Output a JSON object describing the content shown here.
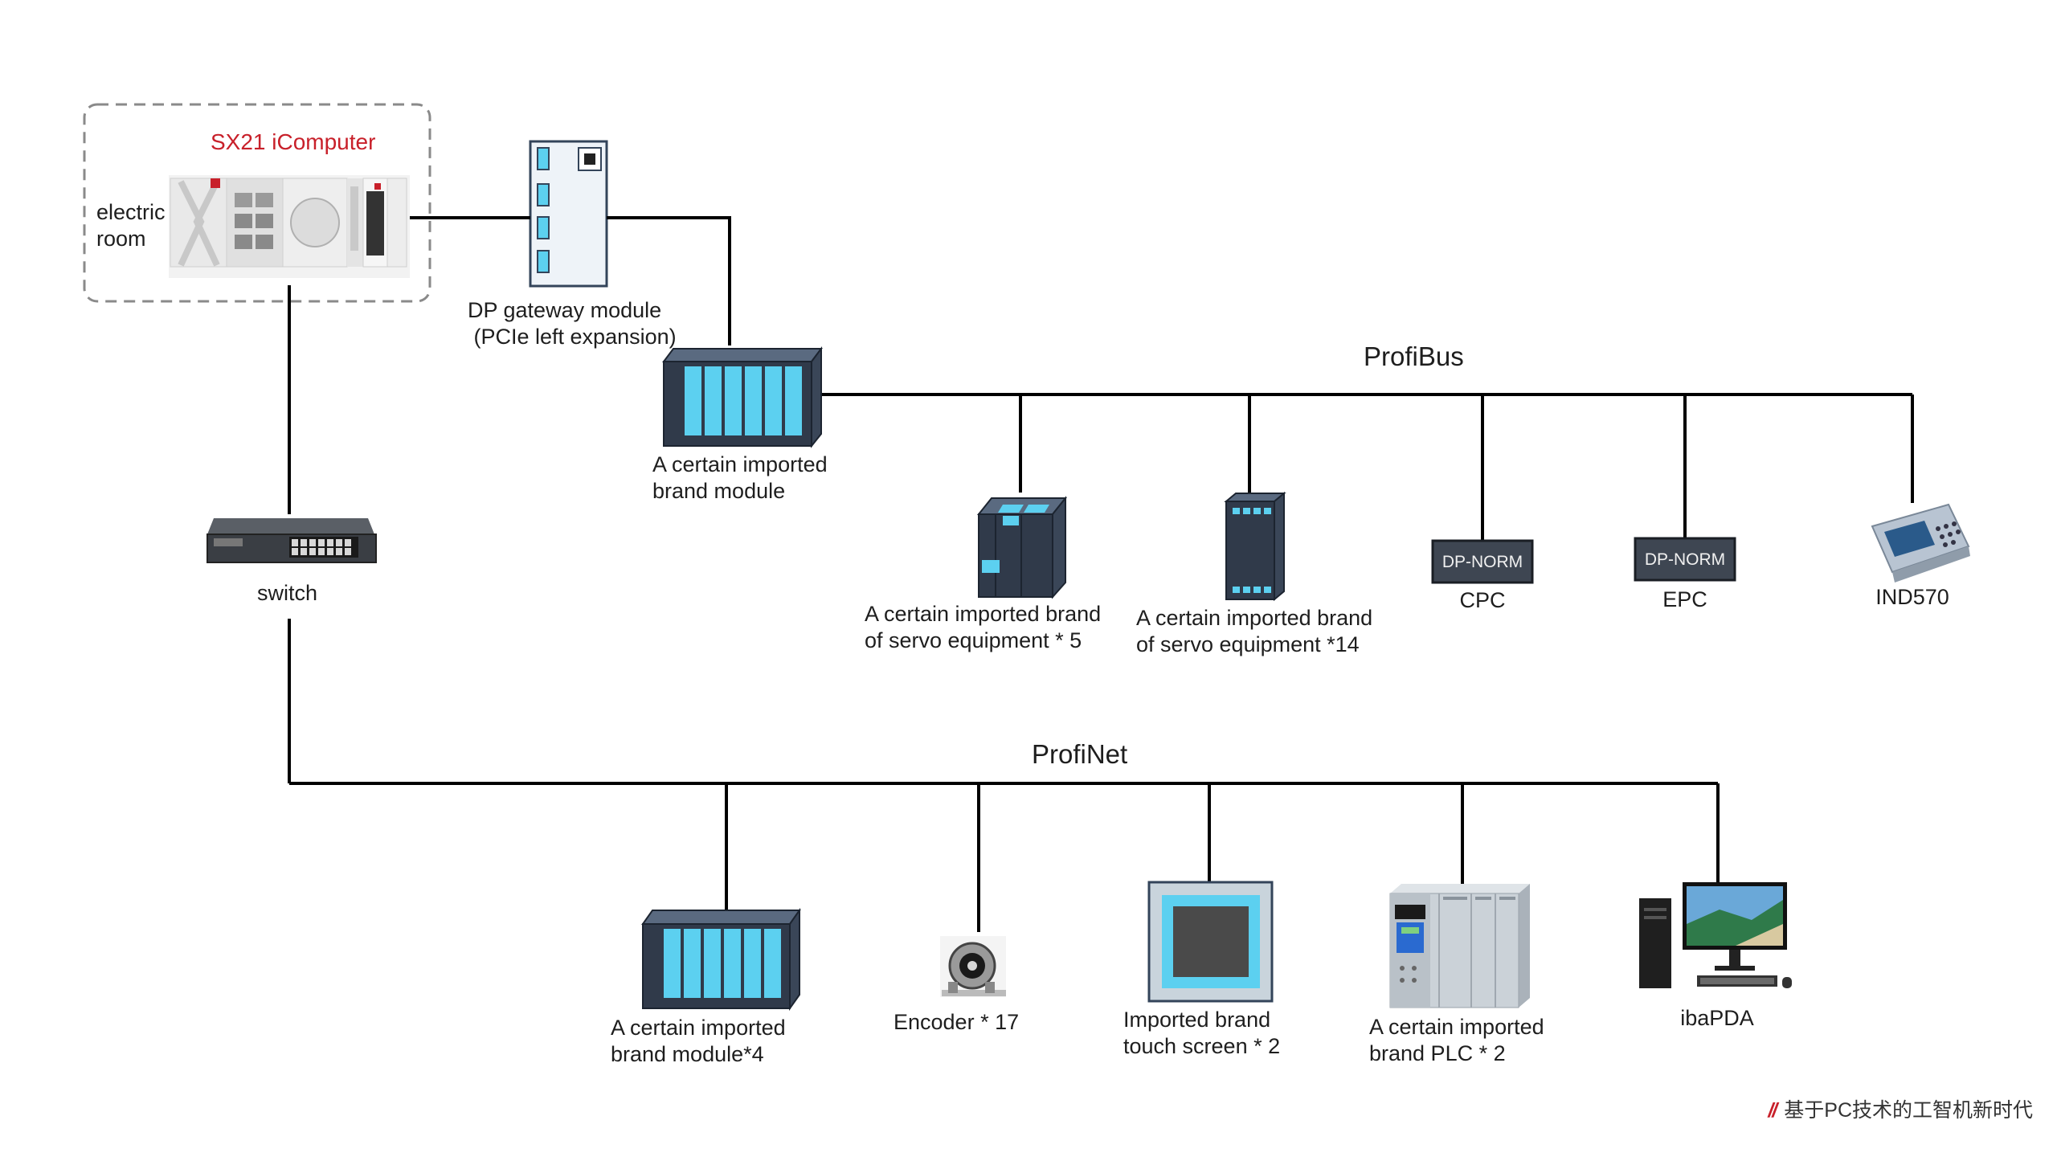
{
  "colors": {
    "line": "#000000",
    "module_body": "#303a4a",
    "module_slot": "#5cd0f0",
    "accent_red": "#c8202a",
    "dashed_frame": "#8a8a8a"
  },
  "control_room": {
    "computer_title": "SX21 iComputer",
    "room_label": "electric\nroom"
  },
  "gateway": {
    "label": "DP gateway module\n (PCIe left expansion)"
  },
  "switch": {
    "label": "switch"
  },
  "profibus": {
    "title": "ProfiBus",
    "head_module_label": "A certain imported\nbrand module",
    "devices": [
      {
        "id": "servo-5",
        "label": "A certain imported brand\nof servo equipment * 5",
        "icon": "servo-drive-icon"
      },
      {
        "id": "servo-14",
        "label": "A certain imported brand\nof servo equipment *14",
        "icon": "servo-drive-icon"
      },
      {
        "id": "cpc",
        "label": "CPC",
        "box_text": "DP-NORM",
        "icon": "dp-norm-box"
      },
      {
        "id": "epc",
        "label": "EPC",
        "box_text": "DP-NORM",
        "icon": "dp-norm-box"
      },
      {
        "id": "ind570",
        "label": "IND570",
        "icon": "weighing-terminal-icon"
      }
    ]
  },
  "profinet": {
    "title": "ProfiNet",
    "devices": [
      {
        "id": "module-4",
        "label": "A certain imported\nbrand module*4",
        "icon": "io-module-icon"
      },
      {
        "id": "encoder",
        "label": "Encoder * 17",
        "icon": "encoder-icon"
      },
      {
        "id": "touch",
        "label": "Imported brand\ntouch screen * 2",
        "icon": "touch-screen-icon"
      },
      {
        "id": "plc",
        "label": "A certain imported\nbrand PLC * 2",
        "icon": "plc-icon"
      },
      {
        "id": "ibapda",
        "label": "ibaPDA",
        "icon": "desktop-pc-icon"
      }
    ]
  },
  "footer": {
    "mark": "//",
    "text": "基于PC技术的工智机新时代"
  }
}
